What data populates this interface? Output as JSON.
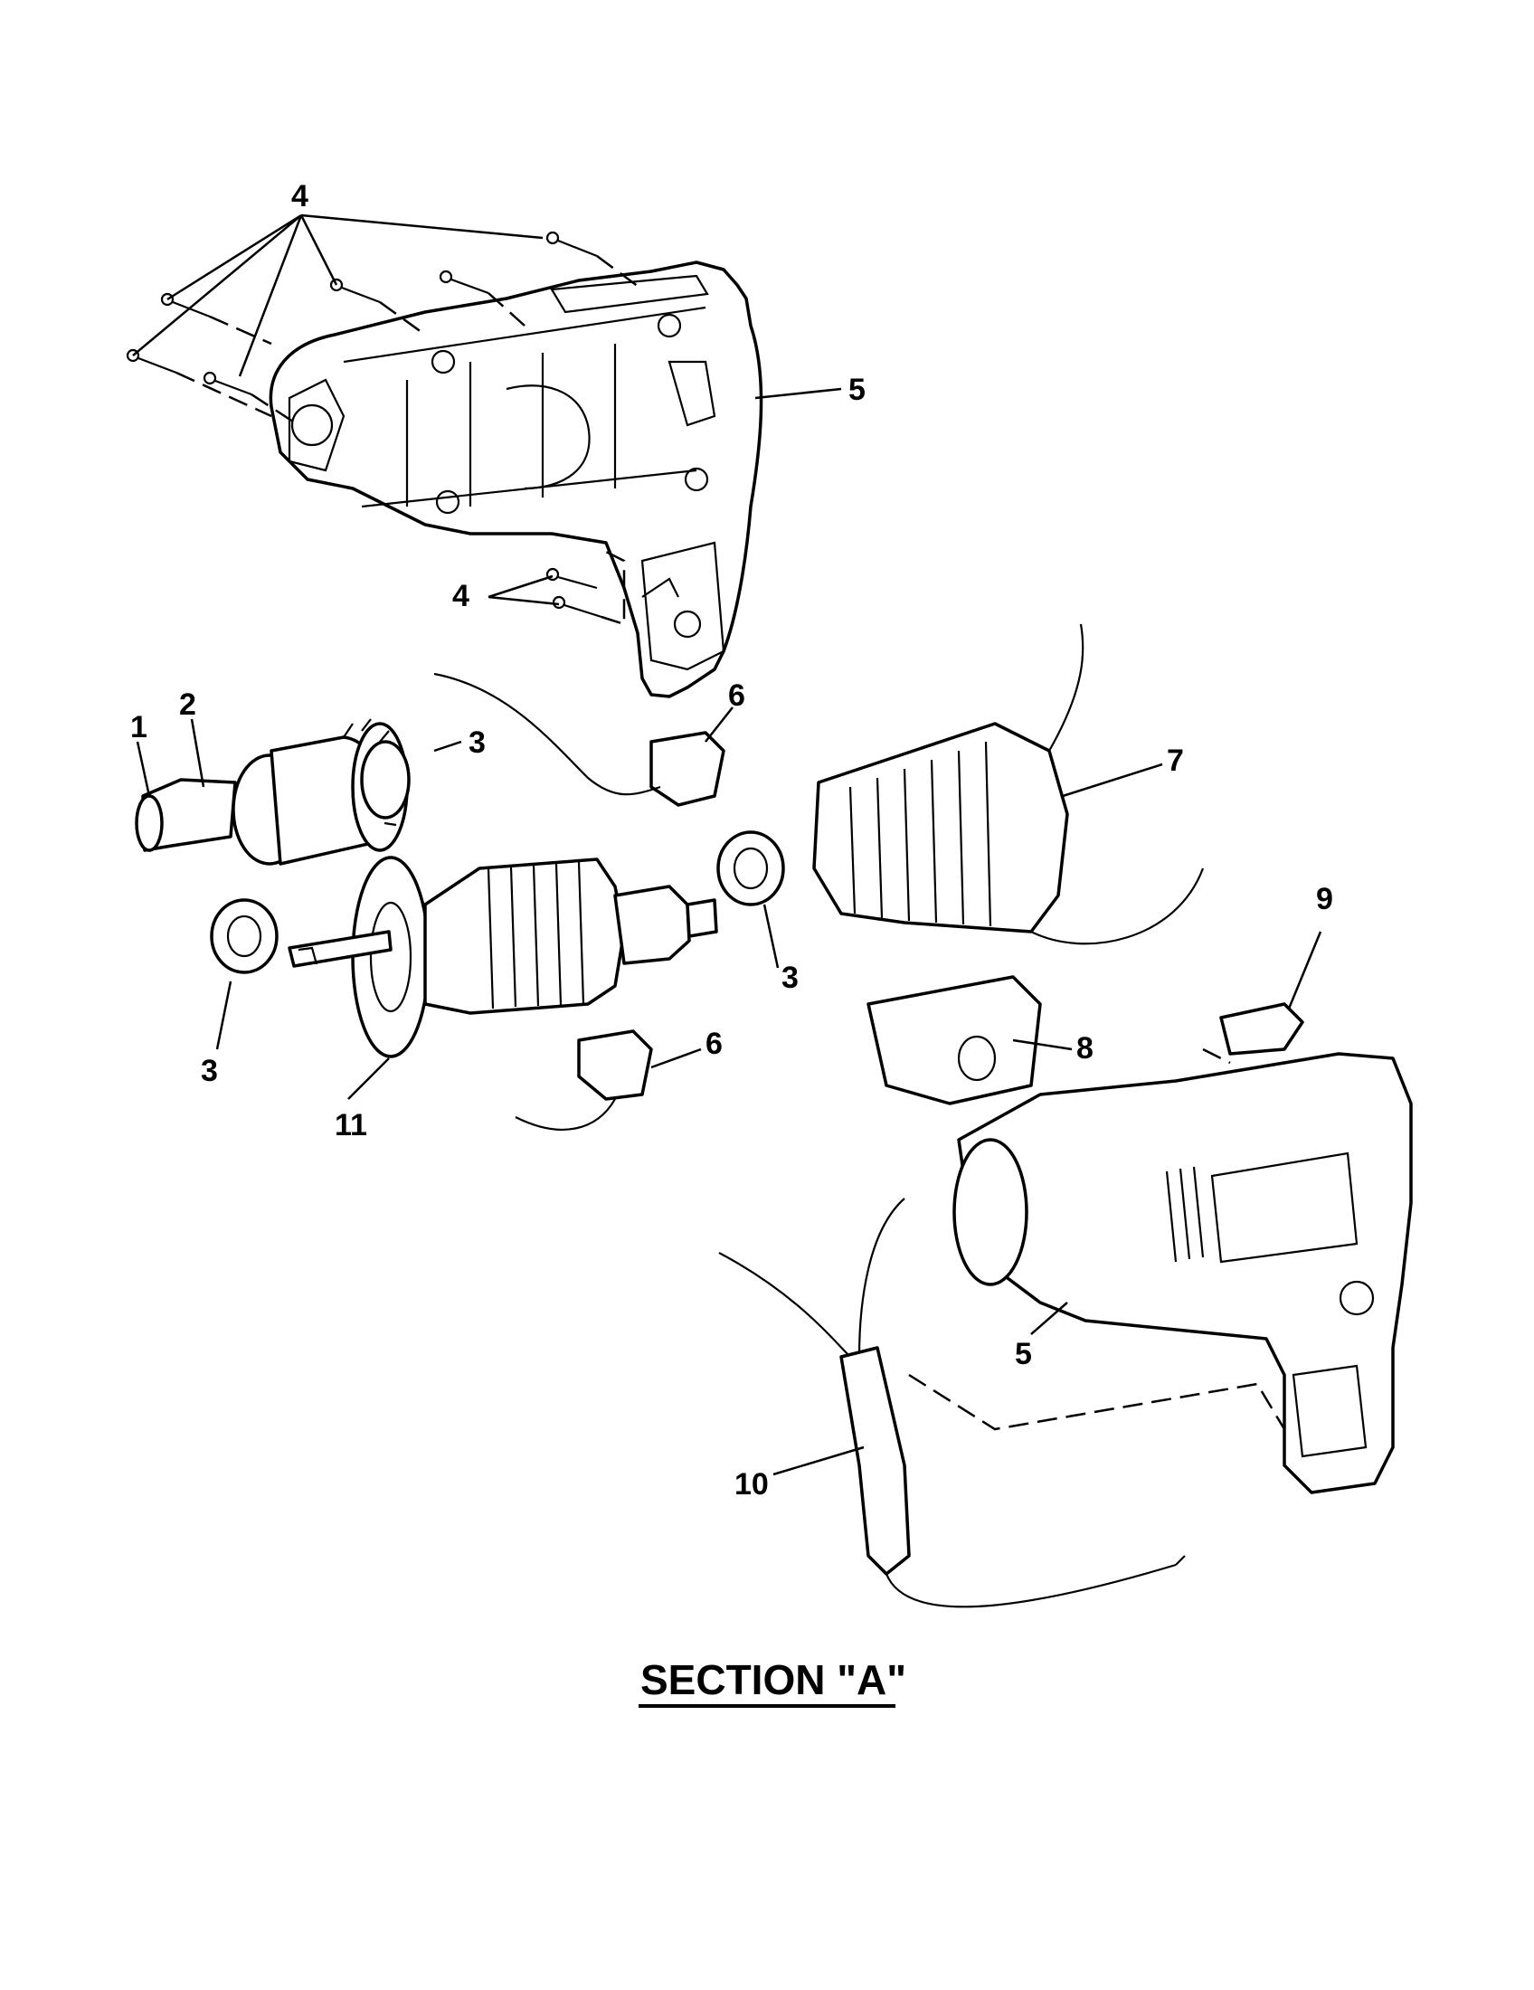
{
  "diagram": {
    "title": "SECTION \"A\"",
    "callouts": {
      "screws_top": "4",
      "screws_bottom": "4",
      "housing_top": "5",
      "housing_bottom": "5",
      "spindle": "1",
      "gear_shaft": "2",
      "bearing_upper": "3",
      "bearing_mid": "3",
      "bearing_left": "3",
      "brush_holder_top": "6",
      "brush_holder_bottom": "6",
      "field": "7",
      "switch": "8",
      "switch_button": "9",
      "cord": "10",
      "armature": "11"
    }
  }
}
